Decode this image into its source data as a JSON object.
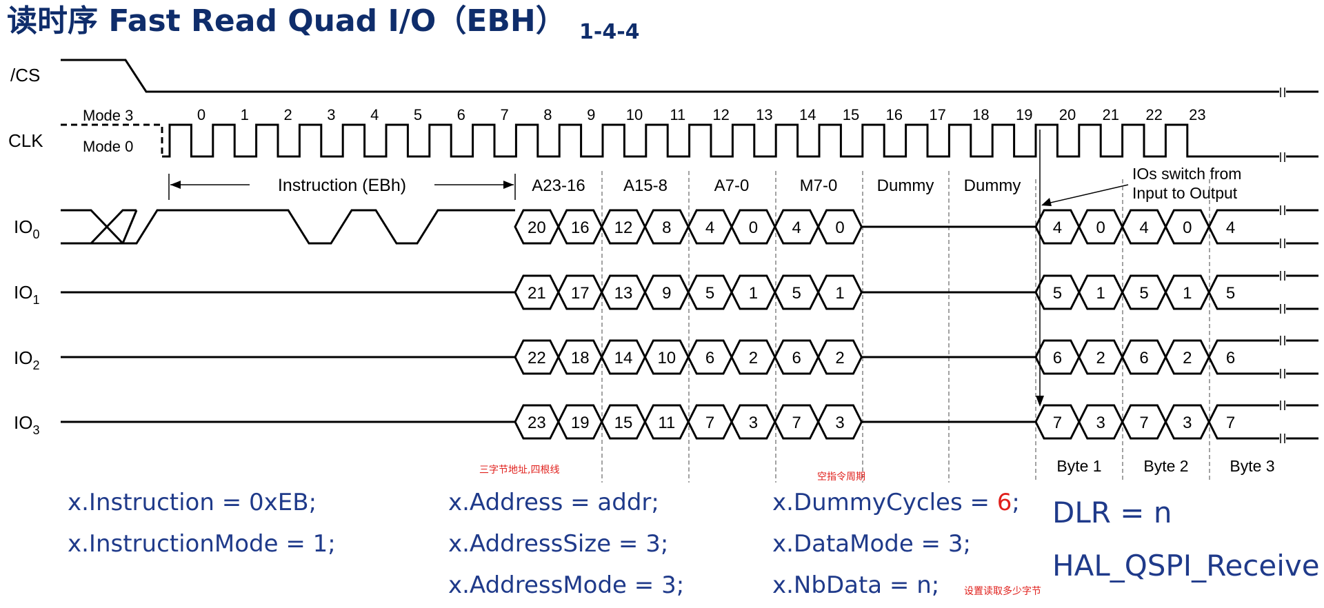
{
  "title": {
    "main": "读时序 Fast Read Quad I/O（EBH）",
    "sub": "1-4-4"
  },
  "signals": {
    "cs": "/CS",
    "clk": "CLK",
    "io": [
      "IO",
      "IO",
      "IO",
      "IO"
    ],
    "io_sub": [
      "0",
      "1",
      "2",
      "3"
    ]
  },
  "modes": {
    "mode3": "Mode 3",
    "mode0": "Mode 0"
  },
  "clock_numbers": [
    "0",
    "1",
    "2",
    "3",
    "4",
    "5",
    "6",
    "7",
    "8",
    "9",
    "10",
    "11",
    "12",
    "13",
    "14",
    "15",
    "16",
    "17",
    "18",
    "19",
    "20",
    "21",
    "22",
    "23"
  ],
  "phases": {
    "instruction": "Instruction (EBh)",
    "segments": [
      "A23-16",
      "A15-8",
      "A7-0",
      "M7-0",
      "Dummy",
      "Dummy"
    ],
    "switch_note": [
      "IOs switch from",
      "Input to Output"
    ],
    "bytes": [
      "Byte 1",
      "Byte 2",
      "Byte 3"
    ]
  },
  "bits": {
    "addr_io0": [
      "20",
      "16",
      "12",
      "8",
      "4",
      "0",
      "4",
      "0"
    ],
    "addr_io1": [
      "21",
      "17",
      "13",
      "9",
      "5",
      "1",
      "5",
      "1"
    ],
    "addr_io2": [
      "22",
      "18",
      "14",
      "10",
      "6",
      "2",
      "6",
      "2"
    ],
    "addr_io3": [
      "23",
      "19",
      "15",
      "11",
      "7",
      "3",
      "7",
      "3"
    ],
    "data_io0": [
      "4",
      "0",
      "4",
      "0",
      "4"
    ],
    "data_io1": [
      "5",
      "1",
      "5",
      "1",
      "5"
    ],
    "data_io2": [
      "6",
      "2",
      "6",
      "2",
      "6"
    ],
    "data_io3": [
      "7",
      "3",
      "7",
      "3",
      "7"
    ]
  },
  "notes": {
    "address": "三字节地址,四根线",
    "dummy": "空指令周期",
    "nbdata": "设置读取多少字节"
  },
  "code": {
    "col1": [
      "x.Instruction = 0xEB;",
      "x.InstructionMode = 1;"
    ],
    "col2": [
      "x.Address = addr;",
      "x.AddressSize = 3;",
      "x.AddressMode = 3;"
    ],
    "col3_line1_prefix": "x.DummyCycles = ",
    "col3_line1_value": "6",
    "col3_line1_suffix": ";",
    "col3": [
      "x.DataMode = 3;",
      "x.NbData = n;"
    ],
    "col4": [
      "DLR = n",
      "HAL_QSPI_Receive"
    ]
  },
  "colors": {
    "title": "#0f2d6b",
    "code": "#1f3a8a",
    "note": "#e0201c"
  }
}
